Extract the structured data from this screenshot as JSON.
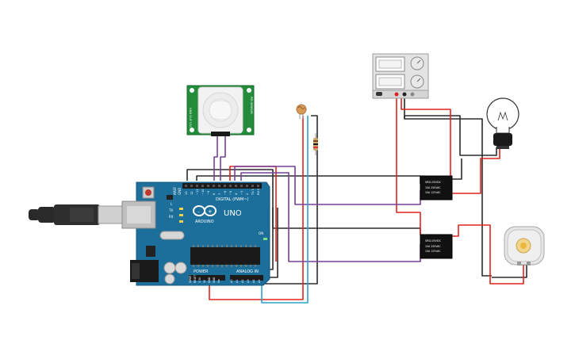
{
  "arduino": {
    "logo_text": "ARDUINO",
    "model": "UNO",
    "digital_label": "DIGITAL (PWM~)",
    "power_label": "POWER",
    "analog_label": "ANALOG IN",
    "tx_label": "TX",
    "rx_label": "RX",
    "l_label": "L",
    "on_label": "ON",
    "aref_label": "AREF",
    "gnd_label": "GND",
    "digital_pins": [
      "13",
      "12",
      "~11",
      "~10",
      "~9",
      "8",
      "7",
      "~6",
      "~5",
      "4",
      "~3",
      "2",
      "TX 1",
      "RX 0"
    ],
    "power_pins": [
      "IOREF",
      "RESET",
      "3.3V",
      "5V",
      "GND",
      "GND",
      "Vin"
    ],
    "analog_pins": [
      "A0",
      "A1",
      "A2",
      "A3",
      "A4",
      "A5"
    ]
  },
  "pir_sensor": {
    "left_text": "GND  OUT  VCC",
    "right_text": "PIR SENSOR"
  },
  "relay_1": {
    "line1": "SRD-05VDC",
    "line2": "10A 250VAC",
    "line3": "10A 125VAC"
  },
  "relay_2": {
    "line1": "SRD-05VDC",
    "line2": "10A 250VAC",
    "line3": "10A 125VAC"
  },
  "colors": {
    "board": "#1c6f9b",
    "wire_red": "#e0251f",
    "wire_black": "#2b2b2b",
    "wire_purple": "#7b3f9a",
    "wire_blue": "#2aa3c9",
    "pir_board": "#228c3a"
  },
  "icons": [
    "usb-cable-icon",
    "pir-sensor-icon",
    "photoresistor-icon",
    "resistor-icon",
    "power-supply-icon",
    "light-bulb-icon",
    "relay-icon",
    "dc-motor-icon"
  ]
}
